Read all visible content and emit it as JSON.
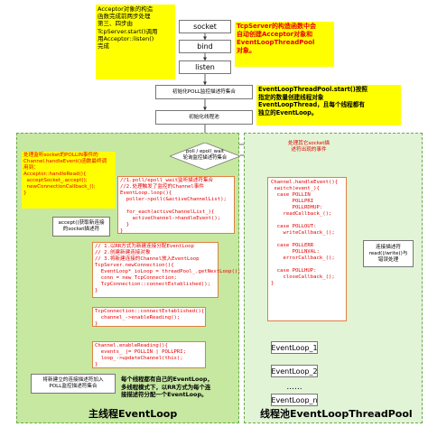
{
  "top": {
    "socket_label": "socket",
    "bind_label": "bind",
    "listen_label": "listen",
    "acceptor_note": "Acceptor对象的构造\n函数完成前两步处理\n第三、四步由\nTcpServer.start()调用\n用Acceptor::listen()\n完成",
    "tcpserver_note": "TcpServer的构造函数中会\n自动创建Acceptor对象和\nEventLoopThreadPool\n对象。",
    "poll_init_label": "初始化POLL监控描述符集合",
    "thread_init_label": "初始化线程池",
    "start_note": "EventLoopThreadPool.start()按照\n指定的数量创建线程对象\nEventLoopThread，且每个线程都有\n独立的EventLoop。"
  },
  "main": {
    "title": "主线程EventLoop",
    "poll_diamond": "poll / epoll_wait\n轮询监控描述符集合",
    "accept_note": "处理监听socket的POLLIN事件的\nChannel.handleEvent()函数最终调\n用到：\nAcceptor::handleRead(){\n  acceptSocket_.accept();\n  newConnectionCallback_();\n}",
    "loop_code": "//1.poll/epoll_wait监听描述符集合\n//2.处理触发了监控的Channel事件\nEventLoop.loop(){\n  poller->poll(&activeChannelList);\n\n  for_each(activeChannelList_){\n    activeChannel->handleEvent();\n  }\n}",
    "accept_box": "accept()获取新连接\n的socket描述符",
    "new_conn_code": "// 1.以RR方式为新建连接分配EventLoop\n// 2.创建新建连接对象\n// 3.将新建连接的Channel放入EventLoop\nTcpServer.newConnection(){\n  EventLoop* ioLoop = threadPool_.getNextLoop();\n  conn = new TcpConnection;\n  TcpConnection::connectEstablished();\n}",
    "established_code": "TcpConnection::connectEstablished(){\n  channel_->enableReading();\n}",
    "enable_code": "Channel.enableReading(){\n  events_ |= POLLIN | POLLPRI;\n  loop_->updateChannel(this);\n}",
    "add_box": "将新建立的连接描述符加入\nPOLL监控描述符集合",
    "rr_note": "每个线程都有自己的EventLoop，\n多线程模式下，以RR方式为每个连\n接描述符分配一个EventLoop。"
  },
  "pool": {
    "title": "线程池EventLoopThreadPool",
    "handle_label": "处理其它socket描\n述符出现的事件",
    "handle_code": "Channel.handleEvent(){\n switch(event_){\n  case POLLIN\n       POLLPRI\n       POLLRDHUP:\n    readCallback_();\n\n  case POLLOUT:\n    writeCallback_();\n\n  case POLLERR\n       POLLNVAL:\n    errorCallback_();\n\n  case POLLHUP:\n    closeCallback_();\n}",
    "rw_box": "连接描述符\nread()/write()与\n错误处理",
    "loops": [
      "EventLoop_1",
      "EventLoop_2",
      "EventLoop_n"
    ],
    "dots": "......"
  }
}
